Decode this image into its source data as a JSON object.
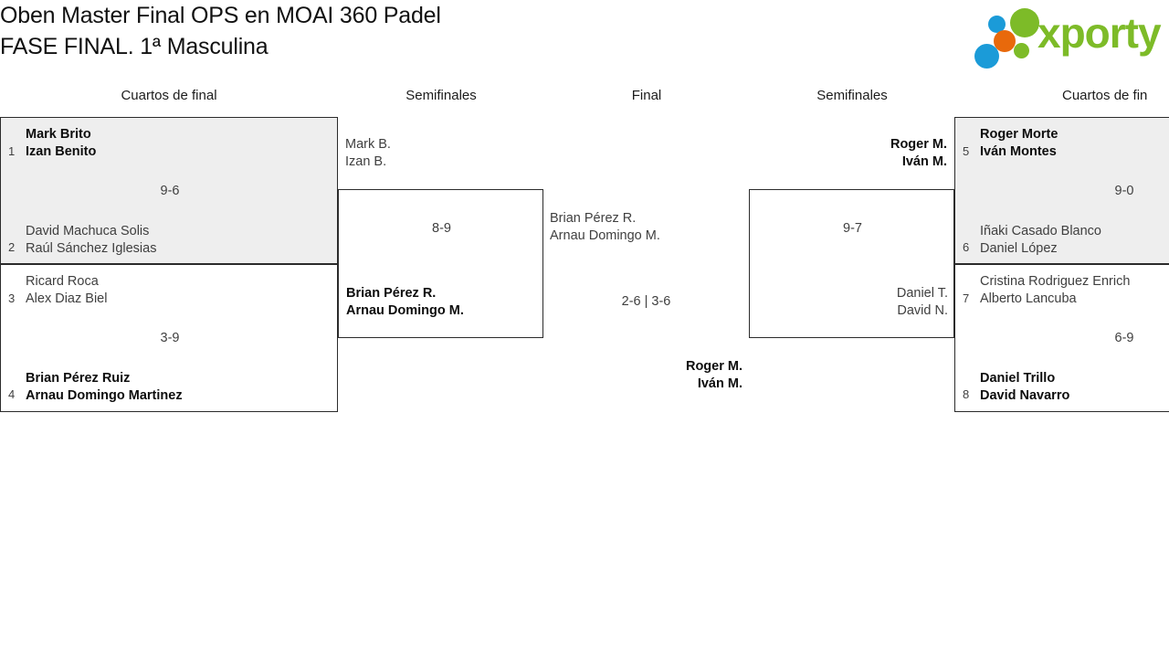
{
  "header": {
    "title_line1": "Oben Master Final OPS en MOAI 360 Padel",
    "title_line2": "FASE FINAL. 1ª Masculina",
    "logo_text": "xporty",
    "logo_colors": {
      "green": "#7dbb28",
      "blue": "#1b9bd8",
      "orange": "#e8690b"
    }
  },
  "rounds": {
    "left_qf": "Cuartos de final",
    "left_sf": "Semifinales",
    "final": "Final",
    "right_sf": "Semifinales",
    "right_qf": "Cuartos de fin"
  },
  "bracket": {
    "left_quarterfinals": [
      {
        "shaded": true,
        "score": "9-6",
        "top": {
          "seed": "1",
          "player1": "Mark Brito",
          "player2": "Izan Benito",
          "winner": true
        },
        "bottom": {
          "seed": "2",
          "player1": "David Machuca Solis",
          "player2": "Raúl Sánchez Iglesias",
          "winner": false
        }
      },
      {
        "shaded": false,
        "score": "3-9",
        "top": {
          "seed": "3",
          "player1": "Ricard Roca",
          "player2": "Alex Diaz Biel",
          "winner": false
        },
        "bottom": {
          "seed": "4",
          "player1": "Brian Pérez Ruiz",
          "player2": "Arnau Domingo Martinez",
          "winner": true
        }
      }
    ],
    "left_semifinal": {
      "score": "8-9",
      "top": {
        "player1": "Mark B.",
        "player2": "Izan B.",
        "winner": false
      },
      "bottom": {
        "player1": "Brian Pérez R.",
        "player2": "Arnau Domingo M.",
        "winner": true
      }
    },
    "final": {
      "score": "2-6 | 3-6",
      "left": {
        "player1": "Brian Pérez R.",
        "player2": "Arnau Domingo M.",
        "winner": false
      },
      "right": {
        "player1": "Roger M.",
        "player2": "Iván M.",
        "winner": true
      }
    },
    "right_semifinal": {
      "score": "9-7",
      "top": {
        "player1": "Roger M.",
        "player2": "Iván M.",
        "winner": true
      },
      "bottom": {
        "player1": "Daniel T.",
        "player2": "David N.",
        "winner": false
      }
    },
    "right_quarterfinals": [
      {
        "shaded": true,
        "score": "9-0",
        "top": {
          "seed": "5",
          "player1": "Roger Morte",
          "player2": "Iván Montes",
          "winner": true
        },
        "bottom": {
          "seed": "6",
          "player1": "Iñaki Casado Blanco",
          "player2": "Daniel López",
          "winner": false
        }
      },
      {
        "shaded": false,
        "score": "6-9",
        "top": {
          "seed": "7",
          "player1": "Cristina Rodriguez Enrich",
          "player2": "Alberto Lancuba",
          "winner": false
        },
        "bottom": {
          "seed": "8",
          "player1": "Daniel Trillo",
          "player2": "David Navarro",
          "winner": true
        }
      }
    ]
  }
}
